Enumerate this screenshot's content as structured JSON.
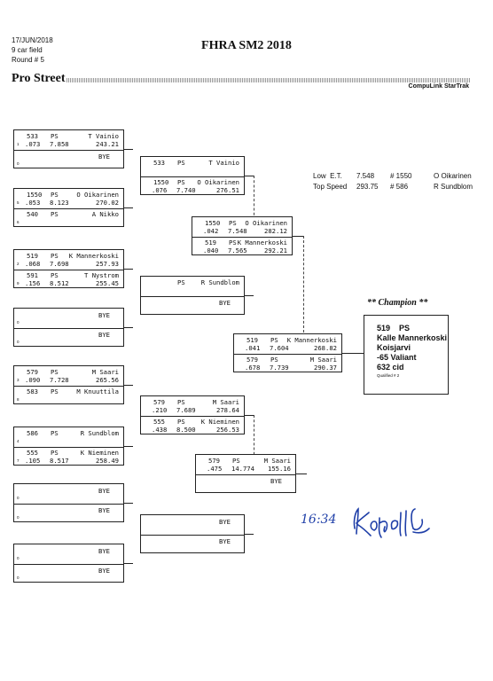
{
  "header": {
    "date": "17/JUN/2018",
    "field": "9 car field",
    "round": "Round # 5",
    "title": "FHRA SM2 2018",
    "class": "Pro Street",
    "timing": "CompuLink StarTrak"
  },
  "stats": {
    "low_et": {
      "label": "Low  E.T.",
      "value": "7.548",
      "num": "# 1550",
      "name": "O Oikarinen"
    },
    "top_speed": {
      "label": "Top Speed",
      "value": "293.75",
      "num": "# 586",
      "name": "R Sundblom"
    }
  },
  "champion": {
    "heading": "** Champion **",
    "num": "519",
    "cls": "PS",
    "name": "Kalle Mannerkoski",
    "city": "Koisjarvi",
    "car": "-65 Valiant",
    "cid": "632 cid",
    "qualified": "Qualified # 2"
  },
  "round1": [
    {
      "top": {
        "seed": "1",
        "num": "533",
        "cls": "PS",
        "name": "T Vainio",
        "rt": ".073",
        "et": "7.858",
        "mph": "243.21"
      },
      "bot": {
        "seed": "0",
        "bye": "BYE"
      }
    },
    {
      "top": {
        "seed": "5",
        "num": "1550",
        "cls": "PS",
        "name": "O Oikarinen",
        "rt": ".053",
        "et": "8.123",
        "mph": "270.02"
      },
      "bot": {
        "seed": "6",
        "num": "540",
        "cls": "PS",
        "name": "A Nikko",
        "rt": "",
        "et": "",
        "mph": ""
      }
    },
    {
      "top": {
        "seed": "2",
        "num": "519",
        "cls": "PS",
        "name": "K Mannerkoski",
        "rt": ".068",
        "et": "7.698",
        "mph": "257.93"
      },
      "bot": {
        "seed": "9",
        "num": "591",
        "cls": "PS",
        "name": "T Nystrom",
        "rt": ".156",
        "et": "8.512",
        "mph": "255.45"
      }
    },
    {
      "top": {
        "seed": "0",
        "bye": "BYE"
      },
      "bot": {
        "seed": "0",
        "bye": "BYE"
      }
    },
    {
      "top": {
        "seed": "3",
        "num": "579",
        "cls": "PS",
        "name": "M Saari",
        "rt": ".090",
        "et": "7.728",
        "mph": "265.56"
      },
      "bot": {
        "seed": "8",
        "num": "583",
        "cls": "PS",
        "name": "M Knuuttila",
        "rt": "",
        "et": "",
        "mph": ""
      }
    },
    {
      "top": {
        "seed": "4",
        "num": "586",
        "cls": "PS",
        "name": "R Sundblom",
        "rt": "",
        "et": "",
        "mph": ""
      },
      "bot": {
        "seed": "7",
        "num": "555",
        "cls": "PS",
        "name": "K Nieminen",
        "rt": ".105",
        "et": "8.517",
        "mph": "258.49"
      }
    },
    {
      "top": {
        "seed": "0",
        "bye": "BYE"
      },
      "bot": {
        "seed": "0",
        "bye": "BYE"
      }
    },
    {
      "top": {
        "seed": "0",
        "bye": "BYE"
      },
      "bot": {
        "seed": "0",
        "bye": "BYE"
      }
    }
  ],
  "round2": [
    {
      "top": {
        "num": "533",
        "cls": "PS",
        "name": "T Vainio",
        "rt": "",
        "et": "",
        "mph": ""
      },
      "bot": {
        "num": "1550",
        "cls": "PS",
        "name": "O Oikarinen",
        "rt": ".076",
        "et": "7.740",
        "mph": "276.51"
      }
    },
    {
      "top": {
        "num": "",
        "cls": "PS",
        "name": "R Sundblom",
        "rt": "",
        "et": "",
        "mph": ""
      },
      "bot": {
        "bye": "BYE"
      }
    },
    {
      "top": {
        "num": "579",
        "cls": "PS",
        "name": "M Saari",
        "rt": ".210",
        "et": "7.689",
        "mph": "278.64"
      },
      "bot": {
        "num": "555",
        "cls": "PS",
        "name": "K Nieminen",
        "rt": ".438",
        "et": "8.500",
        "mph": "256.53"
      }
    },
    {
      "top": {
        "bye": "BYE"
      },
      "bot": {
        "bye": "BYE"
      }
    }
  ],
  "round3": [
    {
      "top": {
        "num": "1550",
        "cls": "PS",
        "name": "O Oikarinen",
        "rt": ".042",
        "et": "7.548",
        "mph": "282.12"
      },
      "bot": {
        "num": "519",
        "cls": "PS",
        "name": "K Mannerkoski",
        "rt": ".040",
        "et": "7.565",
        "mph": "292.21"
      }
    },
    {
      "top": {
        "num": "579",
        "cls": "PS",
        "name": "M Saari",
        "rt": ".475",
        "et": "14.774",
        "mph": "155.16"
      },
      "bot": {
        "bye": "BYE"
      }
    }
  ],
  "final": {
    "top": {
      "num": "519",
      "cls": "PS",
      "name": "K Mannerkoski",
      "rt": ".041",
      "et": "7.604",
      "mph": "268.82"
    },
    "bot": {
      "num": "579",
      "cls": "PS",
      "name": "M Saari",
      "rt": ".678",
      "et": "7.739",
      "mph": "290.37"
    }
  },
  "signature": {
    "time": "16:34"
  }
}
